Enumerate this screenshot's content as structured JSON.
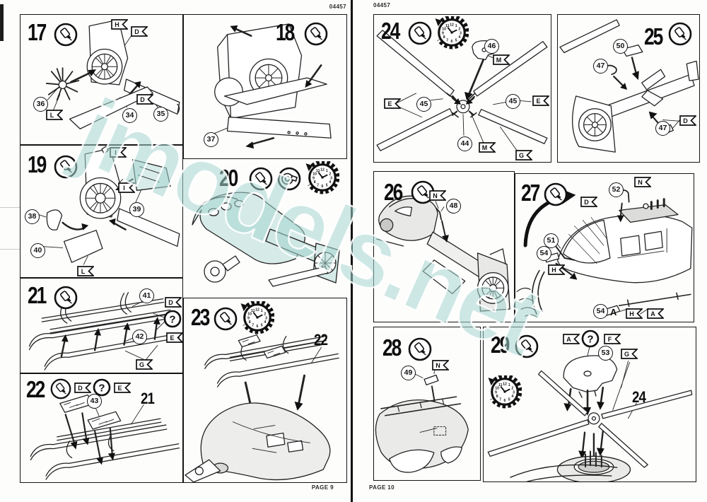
{
  "kit_number": "04457",
  "footers": {
    "left": "PAGE 9",
    "right": "PAGE 10"
  },
  "watermark": {
    "text": "jmodels.net",
    "color": "#a7d8d2"
  },
  "colors": {
    "ink": "#1a1a1a",
    "paper": "#fdfdfc",
    "teal_shade": "#d8ece9",
    "watermark": "#a7d8d2"
  },
  "clock_numbers": [
    "12",
    "1",
    "2",
    "3",
    "4",
    "5",
    "6",
    "7",
    "8",
    "9",
    "10",
    "11"
  ],
  "steps": {
    "s17": {
      "number": "17",
      "callouts": [
        "36",
        "34",
        "35"
      ],
      "flags": [
        "H",
        "D",
        "L",
        "D"
      ]
    },
    "s18": {
      "number": "18",
      "callouts": [
        "37"
      ],
      "flags": []
    },
    "s19": {
      "number": "19",
      "callouts": [
        "38",
        "39",
        "40"
      ],
      "flags": [
        "I",
        "I",
        "L"
      ]
    },
    "s20": {
      "number": "20"
    },
    "s21": {
      "number": "21",
      "callouts": [
        "41",
        "42"
      ],
      "flags": [
        "D",
        "E",
        "G"
      ],
      "question": "?"
    },
    "s22": {
      "number": "22",
      "callouts": [
        "43"
      ],
      "flags": [
        "D",
        "E"
      ],
      "question": "?",
      "ref_label": "21"
    },
    "s23": {
      "number": "23",
      "ref_label": "22"
    },
    "s24": {
      "number": "24",
      "callouts": [
        "46",
        "45",
        "45",
        "44"
      ],
      "flags": [
        "M",
        "E",
        "E",
        "M",
        "G"
      ]
    },
    "s25": {
      "number": "25",
      "callouts": [
        "50",
        "47",
        "47"
      ],
      "flags": [
        "D"
      ]
    },
    "s26": {
      "number": "26",
      "callouts": [
        "48"
      ],
      "flags": [
        "N"
      ]
    },
    "s27": {
      "number": "27",
      "callouts": [
        "52",
        "51",
        "54",
        "54"
      ],
      "callout_suffix": "A",
      "flags": [
        "N",
        "D",
        "H",
        "H",
        "A"
      ]
    },
    "s28": {
      "number": "28",
      "callouts": [
        "49"
      ],
      "flags": [
        "N"
      ]
    },
    "s29": {
      "number": "29",
      "callouts": [
        "53"
      ],
      "flags": [
        "A",
        "F",
        "G"
      ],
      "question": "?",
      "ref_label": "24"
    }
  }
}
